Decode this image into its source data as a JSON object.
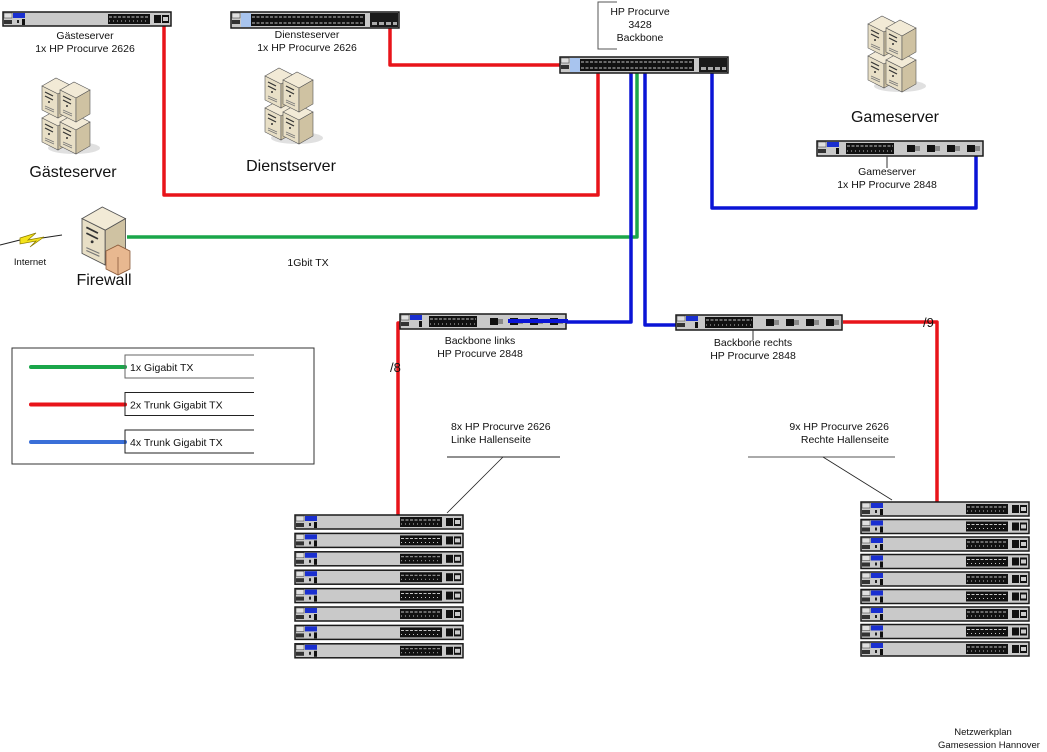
{
  "title": "Netzwerkplan Gamesession Hannover",
  "colors": {
    "gigabit": "#1aa64a",
    "trunk2": "#e8141a",
    "trunk4": "#0a14d6",
    "legend_blue": "#3a6fd8"
  },
  "footer": {
    "line1": "Netzwerkplan",
    "line2": "Gamesession Hannover"
  },
  "backbone": {
    "line1": "HP Procurve",
    "line2": "3428",
    "line3": "Backbone"
  },
  "switches": {
    "gaesteserver": {
      "line1": "Gästeserver",
      "line2": "1x HP Procurve 2626"
    },
    "diensteserver": {
      "line1": "Diensteserver",
      "line2": "1x HP Procurve 2626"
    },
    "gameserver": {
      "line1": "Gameserver",
      "line2": "1x HP Procurve 2848"
    },
    "backbone_links": {
      "line1": "Backbone links",
      "line2": "HP Procurve 2848"
    },
    "backbone_rechts": {
      "line1": "Backbone rechts",
      "line2": "HP Procurve 2848"
    }
  },
  "servers": {
    "gaesteserver": "Gästeserver",
    "dienstserver": "Dienstserver",
    "gameserver": "Gameserver",
    "firewall": "Firewall",
    "internet": "Internet"
  },
  "links": {
    "firewall_label": "1Gbit TX",
    "left_count": "/8",
    "right_count": "/9"
  },
  "stacks": {
    "left": {
      "line1": "8x HP Procurve 2626",
      "line2": "Linke Hallenseite",
      "count": 8
    },
    "right": {
      "line1": "9x HP Procurve 2626",
      "line2": "Rechte Hallenseite",
      "count": 9
    }
  },
  "legend": [
    {
      "label": "1x Gigabit TX",
      "color_key": "gigabit"
    },
    {
      "label": "2x Trunk Gigabit TX",
      "color_key": "trunk2"
    },
    {
      "label": "4x Trunk Gigabit TX",
      "color_key": "legend_blue"
    }
  ]
}
